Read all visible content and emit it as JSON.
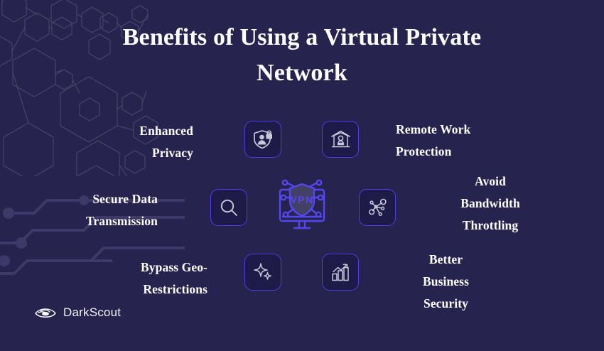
{
  "poster": {
    "title": "Benefits of Using a Virtual Private Network",
    "background_color": "#27234f",
    "accent_color": "#4b3fe4",
    "hexagon_color": "#434066",
    "icon_stroke_color": "#c9c8d8",
    "text_color": "#ffffff"
  },
  "center": {
    "icon_name": "vpn-monitor-shield-icon",
    "icon_label": "VPN"
  },
  "benefits": [
    {
      "label": "Enhanced Privacy",
      "line1": "Enhanced",
      "line2": "Privacy",
      "icon": "shield-person-lock-icon",
      "side": "left"
    },
    {
      "label": "Secure Data Transmission",
      "line1": "Secure Data",
      "line2": "Transmission",
      "icon": "magnifier-icon",
      "side": "left"
    },
    {
      "label": "Bypass Geo-Restrictions",
      "line1": "Bypass Geo-",
      "line2": "Restrictions",
      "icon": "sparkle-icon",
      "side": "left"
    },
    {
      "label": "Remote Work Protection",
      "line1": "Remote Work",
      "line2": "Protection",
      "icon": "home-office-icon",
      "side": "right"
    },
    {
      "label": "Avoid Bandwidth Throttling",
      "line1": "Avoid",
      "line2": "Bandwidth",
      "line3": "Throttling",
      "icon": "network-nodes-icon",
      "side": "right"
    },
    {
      "label": "Better Business Security",
      "line1": "Better",
      "line2": "Business",
      "line3": "Security",
      "icon": "bar-chart-growth-icon",
      "side": "right"
    }
  ],
  "brand": {
    "name": "DarkScout",
    "logo_icon": "darkscout-eye-logo-icon"
  },
  "decorations": {
    "hex_pattern": "hexagon-network-pattern",
    "circuit_pattern": "circuit-trace-pattern"
  }
}
